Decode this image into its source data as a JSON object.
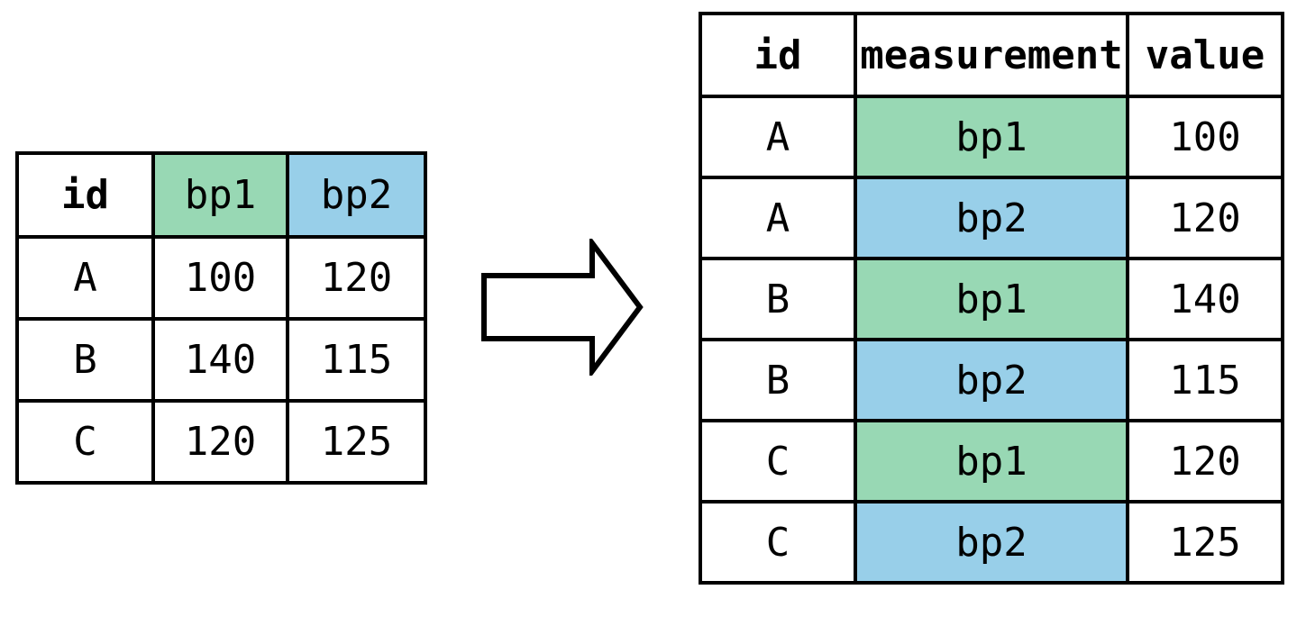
{
  "wide_table": {
    "columns": [
      "id",
      "bp1",
      "bp2"
    ],
    "rows": [
      [
        "A",
        "100",
        "120"
      ],
      [
        "B",
        "140",
        "115"
      ],
      [
        "C",
        "120",
        "125"
      ]
    ]
  },
  "long_table": {
    "columns": [
      "id",
      "measurement",
      "value"
    ],
    "rows": [
      [
        "A",
        "bp1",
        "100"
      ],
      [
        "A",
        "bp2",
        "120"
      ],
      [
        "B",
        "bp1",
        "140"
      ],
      [
        "B",
        "bp2",
        "115"
      ],
      [
        "C",
        "bp1",
        "120"
      ],
      [
        "C",
        "bp2",
        "125"
      ]
    ]
  },
  "colors": {
    "bp1_green": "#98d8b4",
    "bp2_blue": "#98cfe9",
    "border": "#000000",
    "background": "#ffffff",
    "text": "#000000"
  },
  "icons": {
    "arrow": "right-block-arrow"
  }
}
